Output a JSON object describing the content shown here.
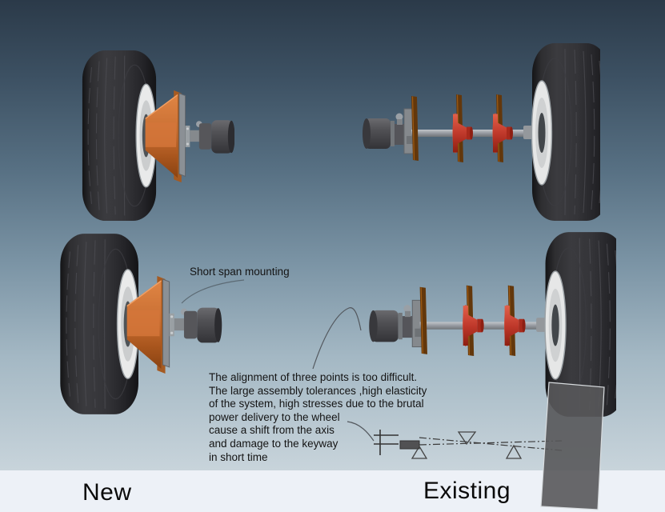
{
  "labels": {
    "new": "New",
    "existing": "Existing"
  },
  "annotations": {
    "short_span": "Short span mounting",
    "problem_lines": [
      "The alignment of three points is too difficult.",
      "The large assembly tolerances ,high elasticity",
      "of the system, high stresses due to the brutal",
      "power delivery to the wheel",
      "cause a shift from the axis",
      "and damage to the keyway",
      "in short time"
    ]
  },
  "colors": {
    "background_top": "#2b3a49",
    "background_bottom": "#c8d4db",
    "footer_strip": "#edf1f7",
    "tire": "#2a2a2c",
    "rim": "#e9eaea",
    "cone_orange": "#c96f33",
    "flange_gray": "#8b9095",
    "disc_brown": "#63370b",
    "hub_red": "#c0392b",
    "shaft_gray": "#94989c",
    "ramp_plate": "#58585a"
  }
}
